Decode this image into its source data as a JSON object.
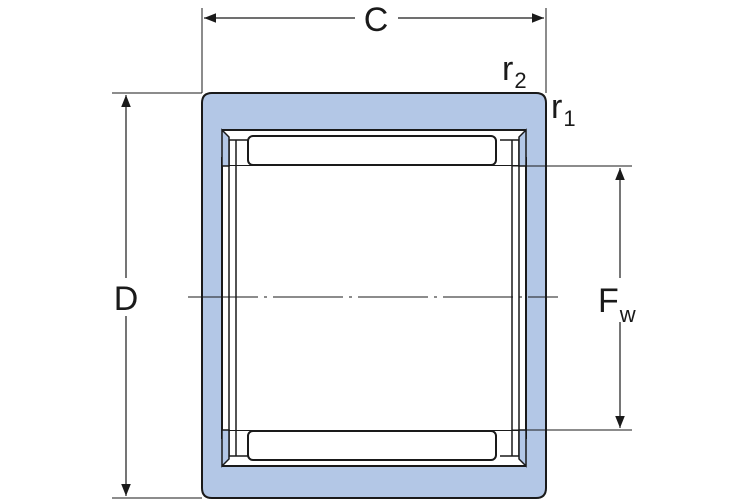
{
  "labels": {
    "C": "C",
    "D": "D",
    "F": "F",
    "F_sub": "w",
    "r1": "r",
    "r1_sub": "1",
    "r2": "r",
    "r2_sub": "2"
  },
  "colors": {
    "ring": "#b3c7e6",
    "line": "#1a1a1a",
    "background": "#ffffff"
  }
}
